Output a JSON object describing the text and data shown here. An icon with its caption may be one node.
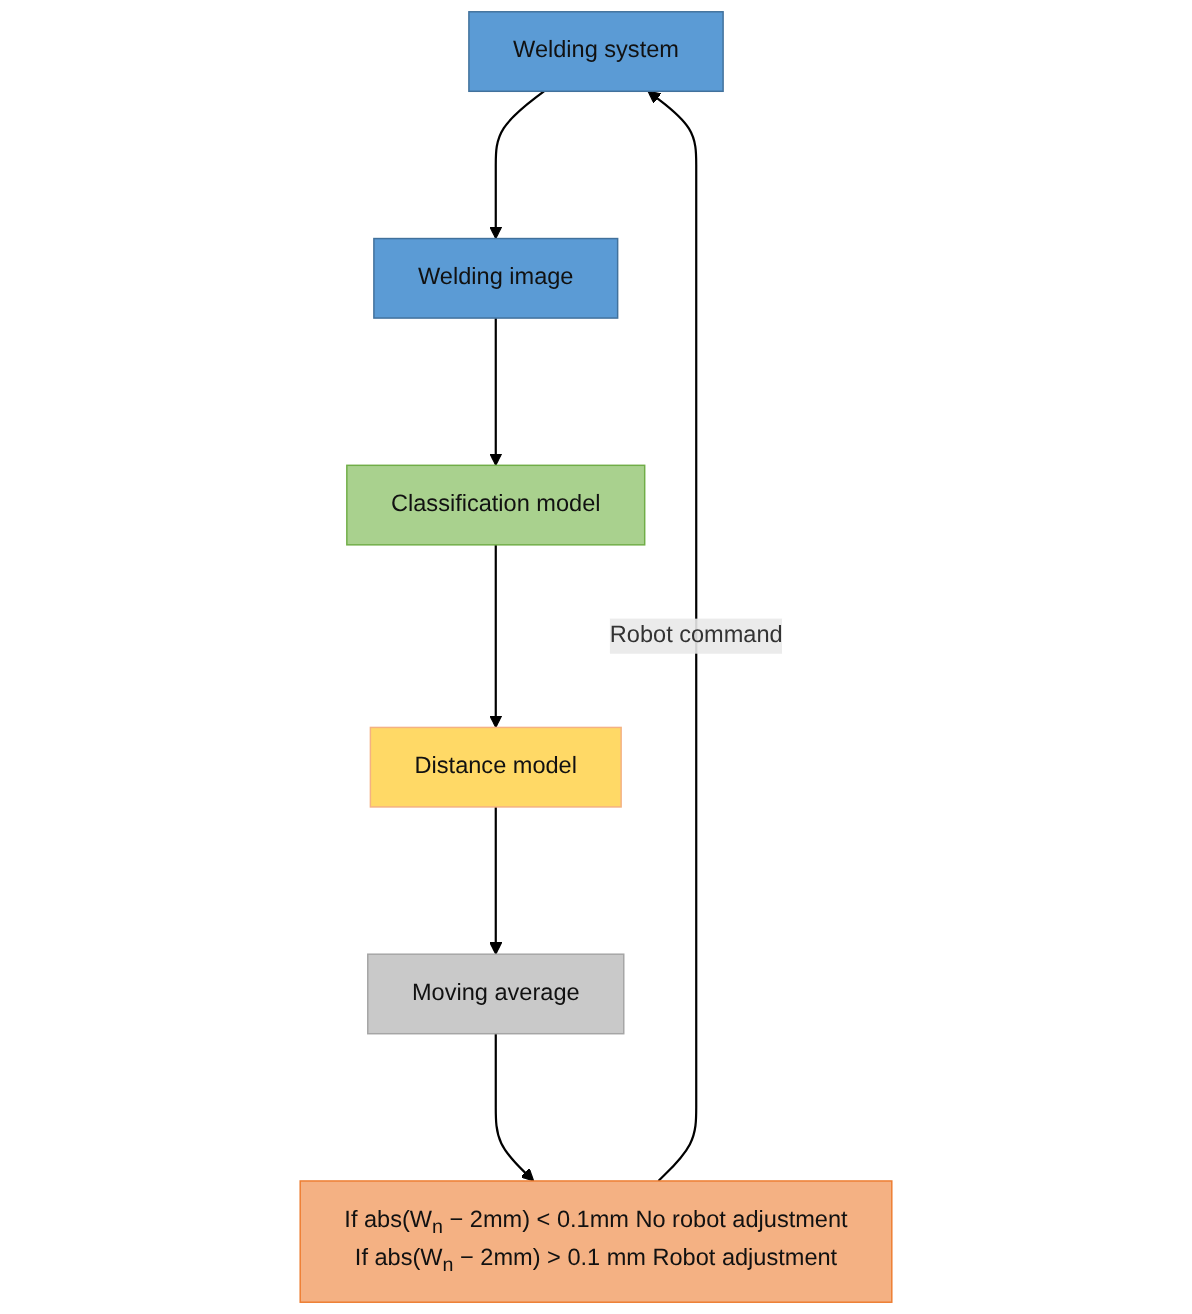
{
  "diagram": {
    "nodes": [
      {
        "text": [
          "Welding system"
        ]
      },
      {
        "text": [
          "Welding image"
        ]
      },
      {
        "text": [
          "Classification model"
        ]
      },
      {
        "text": [
          "Distance model"
        ]
      },
      {
        "text": [
          "Moving average"
        ]
      },
      {
        "text": [
          "If abs(W$_{n}$ − 2mm) < 0.1mm No robot adjustment",
          "If abs(W$_{n}$ − 2mm) > 0.1 mm Robot adjustment"
        ]
      }
    ],
    "edges": [
      {
        "from": 0,
        "to": 1,
        "arrow": "to"
      },
      {
        "from": 1,
        "to": 2,
        "arrow": "to"
      },
      {
        "from": 2,
        "to": 3,
        "arrow": "to"
      },
      {
        "from": 3,
        "to": 4,
        "arrow": "to"
      },
      {
        "from": 4,
        "to": 5,
        "arrow": "to"
      },
      {
        "from": 5,
        "to": 0,
        "arrow": "to",
        "label": "Robot command"
      }
    ]
  }
}
